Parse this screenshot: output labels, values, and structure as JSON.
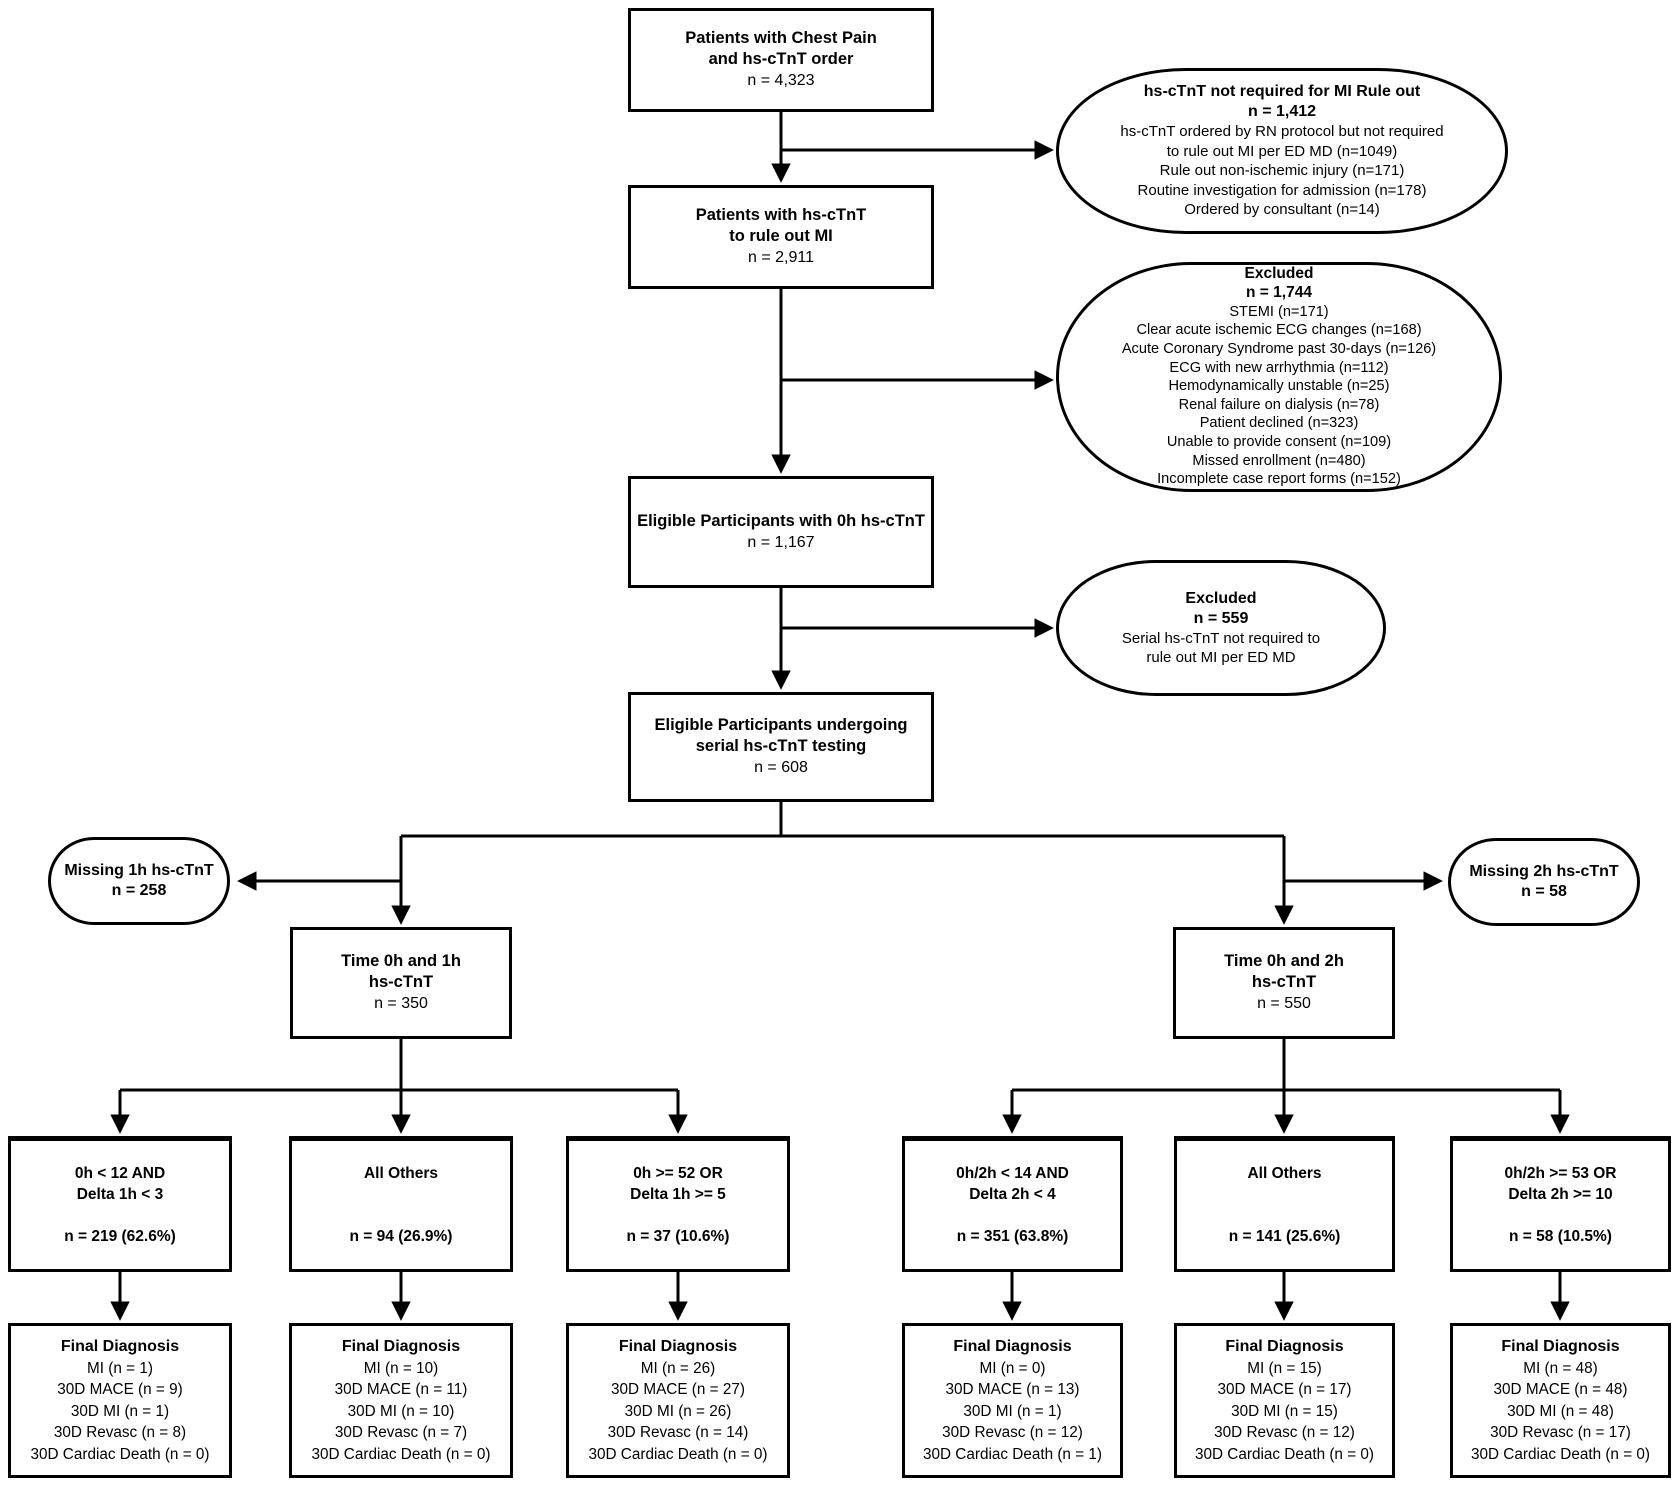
{
  "flow": {
    "b1": {
      "l1": "Patients with Chest Pain",
      "l2": "and hs-cTnT order",
      "n": "n = 4,323"
    },
    "e1": {
      "title": "hs-cTnT not required for MI Rule out",
      "n": "n = 1,412",
      "d1": "hs-cTnT ordered by RN protocol but not required",
      "d2": "to rule out MI per ED MD (n=1049)",
      "d3": "Rule out non-ischemic injury (n=171)",
      "d4": "Routine investigation for admission (n=178)",
      "d5": "Ordered by consultant (n=14)"
    },
    "b2": {
      "l1": "Patients with hs-cTnT",
      "l2": "to rule out MI",
      "n": "n = 2,911"
    },
    "e2": {
      "title": "Excluded",
      "n": "n = 1,744",
      "d1": "STEMI (n=171)",
      "d2": "Clear acute ischemic ECG changes (n=168)",
      "d3": "Acute Coronary Syndrome past 30-days (n=126)",
      "d4": "ECG with new arrhythmia (n=112)",
      "d5": "Hemodynamically unstable (n=25)",
      "d6": "Renal failure on dialysis (n=78)",
      "d7": "Patient declined (n=323)",
      "d8": "Unable to provide consent (n=109)",
      "d9": "Missed enrollment (n=480)",
      "d10": "Incomplete case report forms (n=152)"
    },
    "b3": {
      "l1": "Eligible Participants with 0h hs-cTnT",
      "n": "n = 1,167"
    },
    "e3": {
      "title": "Excluded",
      "n": "n = 559",
      "d1": "Serial hs-cTnT not required to",
      "d2": "rule out MI per ED MD"
    },
    "b4": {
      "l1": "Eligible Participants undergoing",
      "l2": "serial hs-cTnT testing",
      "n": "n = 608"
    },
    "m1": {
      "title": "Missing 1h hs-cTnT",
      "n": "n = 258"
    },
    "m2": {
      "title": "Missing 2h hs-cTnT",
      "n": "n = 58"
    },
    "t1": {
      "l1": "Time 0h and 1h",
      "l2": "hs-cTnT",
      "n": "n = 350"
    },
    "t2": {
      "l1": "Time 0h and 2h",
      "l2": "hs-cTnT",
      "n": "n = 550"
    },
    "c1": {
      "cond1": "0h < 12 AND",
      "cond2": "Delta 1h < 3",
      "n": "n = 219 (62.6%)"
    },
    "c2": {
      "cond1": "All Others",
      "cond2": "",
      "n": "n = 94 (26.9%)"
    },
    "c3": {
      "cond1": "0h >= 52 OR",
      "cond2": "Delta 1h >= 5",
      "n": "n = 37 (10.6%)"
    },
    "c4": {
      "cond1": "0h/2h < 14 AND",
      "cond2": "Delta 2h < 4",
      "n": "n = 351 (63.8%)"
    },
    "c5": {
      "cond1": "All Others",
      "cond2": "",
      "n": "n = 141 (25.6%)"
    },
    "c6": {
      "cond1": "0h/2h >= 53 OR",
      "cond2": "Delta 2h >= 10",
      "n": "n = 58 (10.5%)"
    },
    "f1": {
      "title": "Final Diagnosis",
      "d1": "MI (n = 1)",
      "d2": "30D MACE (n = 9)",
      "d3": "30D MI (n = 1)",
      "d4": "30D Revasc (n = 8)",
      "d5": "30D Cardiac Death (n = 0)"
    },
    "f2": {
      "title": "Final Diagnosis",
      "d1": "MI (n = 10)",
      "d2": "30D MACE (n = 11)",
      "d3": "30D MI (n = 10)",
      "d4": "30D Revasc (n = 7)",
      "d5": "30D Cardiac Death (n = 0)"
    },
    "f3": {
      "title": "Final Diagnosis",
      "d1": "MI (n = 26)",
      "d2": "30D MACE (n = 27)",
      "d3": "30D MI (n = 26)",
      "d4": "30D Revasc (n = 14)",
      "d5": "30D Cardiac Death (n = 0)"
    },
    "f4": {
      "title": "Final Diagnosis",
      "d1": "MI (n = 0)",
      "d2": "30D MACE (n = 13)",
      "d3": "30D MI (n = 1)",
      "d4": "30D Revasc (n = 12)",
      "d5": "30D Cardiac Death (n = 1)"
    },
    "f5": {
      "title": "Final Diagnosis",
      "d1": "MI (n = 15)",
      "d2": "30D MACE (n = 17)",
      "d3": "30D MI (n = 15)",
      "d4": "30D Revasc (n = 12)",
      "d5": "30D Cardiac Death (n = 0)"
    },
    "f6": {
      "title": "Final Diagnosis",
      "d1": "MI (n = 48)",
      "d2": "30D MACE (n = 48)",
      "d3": "30D MI (n = 48)",
      "d4": "30D Revasc (n = 17)",
      "d5": "30D Cardiac Death (n = 0)"
    },
    "line_color": "#000000",
    "box_bg": "#ffffff"
  }
}
